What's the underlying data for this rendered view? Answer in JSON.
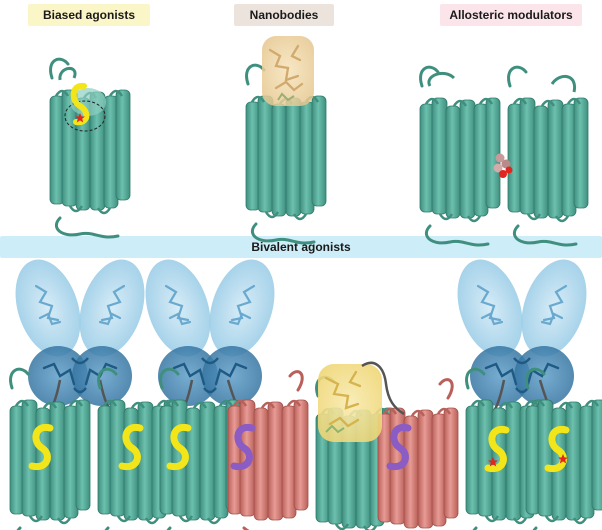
{
  "labels": {
    "biased": "Biased agonists",
    "nanobodies": "Nanobodies",
    "allosteric": "Allosteric modulators",
    "bivalent": "Bivalent agonists"
  },
  "colors": {
    "receptor_teal": "#5aaa98",
    "receptor_teal_dark": "#3f8f7f",
    "receptor_red": "#d9827c",
    "receptor_red_dark": "#b9605a",
    "ligand_yellow": "#f2e51a",
    "ligand_purple": "#8a5cc4",
    "antibody_light": "#a8d4ea",
    "antibody_dark": "#3d7fae",
    "nanobody_tan": "#e8cfa0",
    "nanobody_yellow": "#f2df86",
    "star_red": "#e0261f",
    "label_yellow_bg": "#fbf6c8",
    "label_tan_bg": "#ece3dc",
    "label_pink_bg": "#fbe5ea",
    "label_blue_bg": "#cdeef8"
  }
}
